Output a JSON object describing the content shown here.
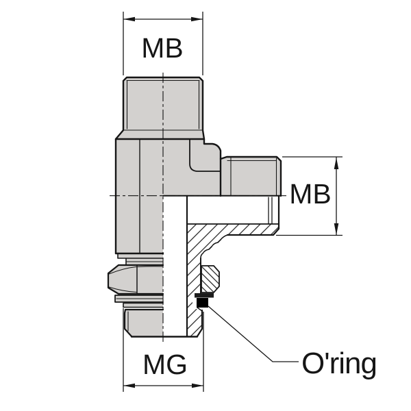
{
  "diagram": {
    "type": "hydraulic-fitting-cross-section-drawing",
    "labels": {
      "top_port_thread": "MB",
      "side_port_thread": "MB",
      "bottom_stud_thread": "MG",
      "oring_callout": "O'ring"
    },
    "colors": {
      "metal_fill": "#d3d1cf",
      "line": "#161616",
      "background": "#ffffff",
      "oring": "#000000"
    }
  }
}
